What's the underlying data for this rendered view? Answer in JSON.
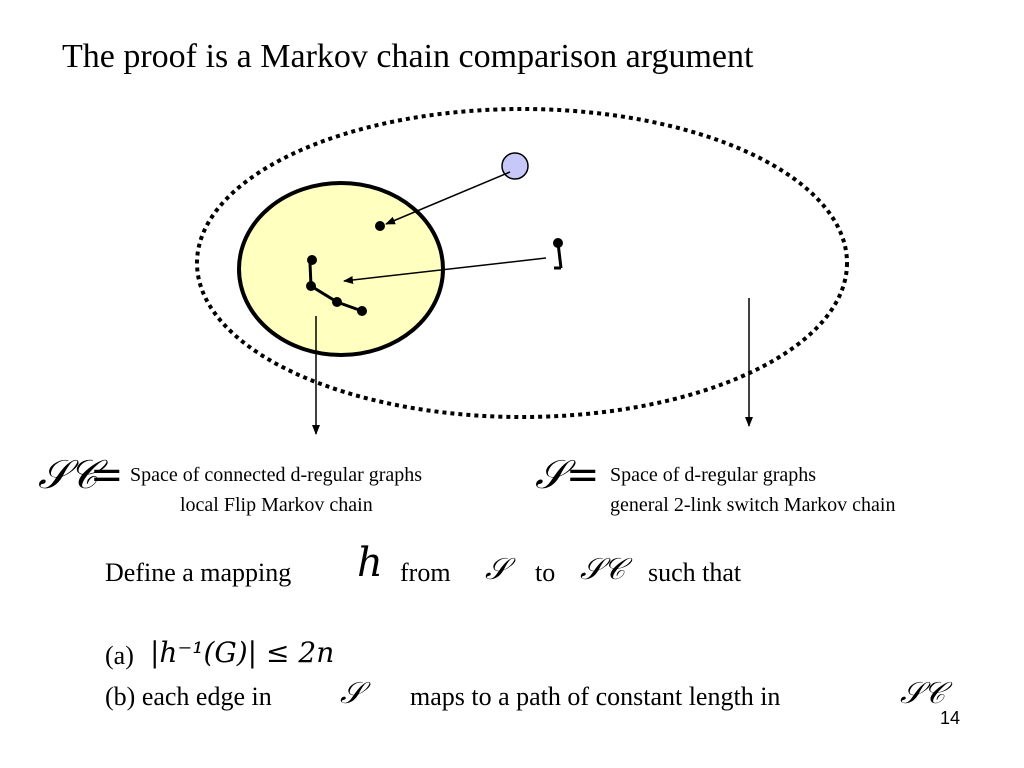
{
  "title": "The proof is a Markov chain comparison argument",
  "left_def": {
    "symbol": "𝒮𝒞",
    "equals": "=",
    "line1": "Space of connected d-regular graphs",
    "line2": "local Flip Markov chain"
  },
  "right_def": {
    "symbol": "𝒮",
    "equals": "=",
    "line1": "Space of d-regular graphs",
    "line2": "general 2-link switch Markov chain"
  },
  "mapping": {
    "prefix": "Define a mapping",
    "h": "h",
    "from": "from",
    "S": "𝒮",
    "to": "to",
    "SC": "𝒮𝒞",
    "suffix": "such that"
  },
  "condition_a": {
    "label": "(a)",
    "formula": "|h⁻¹(G)| ≤ 2n"
  },
  "condition_b": {
    "prefix": "(b) each edge in",
    "S": "𝒮",
    "middle": "maps to a path of constant length in",
    "SC": "𝒮𝒞"
  },
  "page_number": "14",
  "colors": {
    "inner_circle_fill": "#ffffc0",
    "small_circle_fill": "#c8c8f8"
  }
}
